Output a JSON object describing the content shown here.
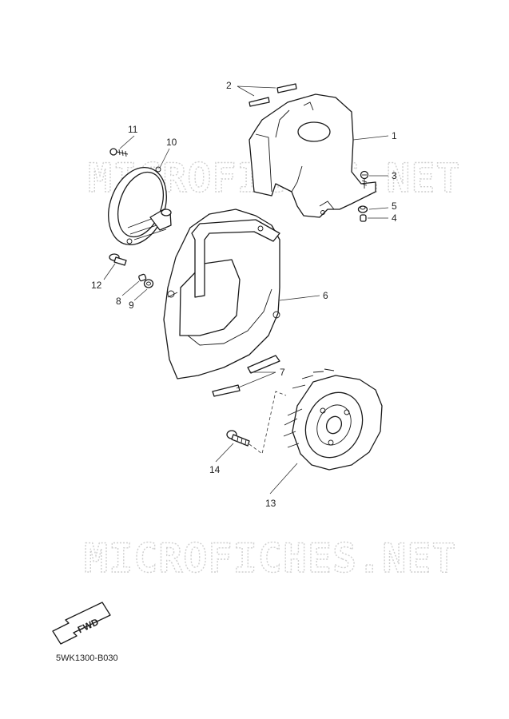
{
  "watermarks": [
    "MICROFICHES.NET",
    "MICROFICHES.NET"
  ],
  "callouts": {
    "c1": "1",
    "c2": "2",
    "c3": "3",
    "c4": "4",
    "c5": "5",
    "c6": "6",
    "c7": "7",
    "c8": "8",
    "c9": "9",
    "c10": "10",
    "c11": "11",
    "c12": "12",
    "c13": "13",
    "c14": "14"
  },
  "fwd_label": "FWD",
  "diagram_code": "5WK1300-B030",
  "colors": {
    "line": "#1a1a1a",
    "watermark": "#cfcfcf",
    "background": "#ffffff"
  }
}
